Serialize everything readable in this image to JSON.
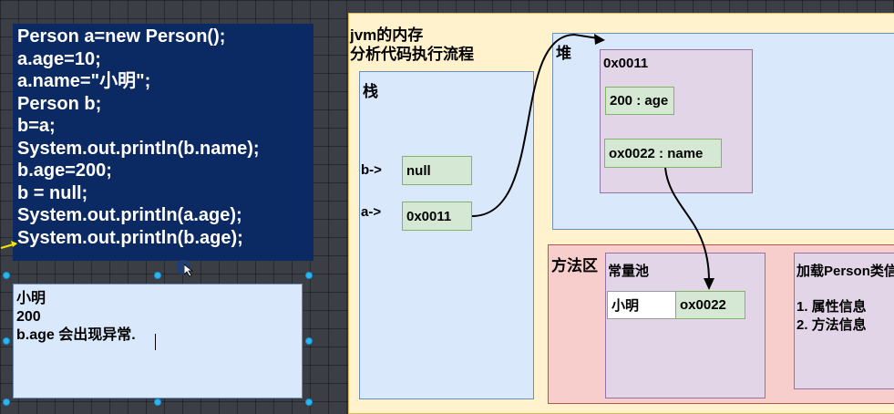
{
  "code": {
    "lines": [
      "Person a=new Person();",
      "a.age=10;",
      "a.name=\"小明\";",
      "Person b;",
      "b=a;",
      "System.out.println(b.name);",
      "b.age=200;",
      "b = null;",
      "System.out.println(a.age);",
      "System.out.println(b.age);"
    ]
  },
  "output": {
    "lines": [
      "小明",
      "200",
      "b.age 会出现异常."
    ]
  },
  "jvm": {
    "title_line1": "jvm的内存",
    "title_line2": "分析代码执行流程",
    "stack": {
      "label": "栈",
      "vars": [
        {
          "name": "b->",
          "value": "null"
        },
        {
          "name": "a->",
          "value": "0x0011"
        }
      ]
    },
    "heap": {
      "label": "堆",
      "object": {
        "address": "0x0011",
        "fields": [
          "200 : age",
          "ox0022 : name"
        ]
      }
    },
    "method_area": {
      "label": "方法区",
      "constant_pool": {
        "label": "常量池",
        "entry_value": "小明",
        "entry_address": "ox0022"
      },
      "class_load": {
        "label": "加载Person类信",
        "items": [
          "1. 属性信息",
          "2. 方法信息"
        ]
      }
    }
  },
  "colors": {
    "code_bg": "#0b2a63",
    "jvm_bg": "#fff2cc",
    "blue_fill": "#dae8fc",
    "red_fill": "#f8cecc",
    "purple_fill": "#e1d5e7",
    "green_fill": "#d5e8d4"
  }
}
